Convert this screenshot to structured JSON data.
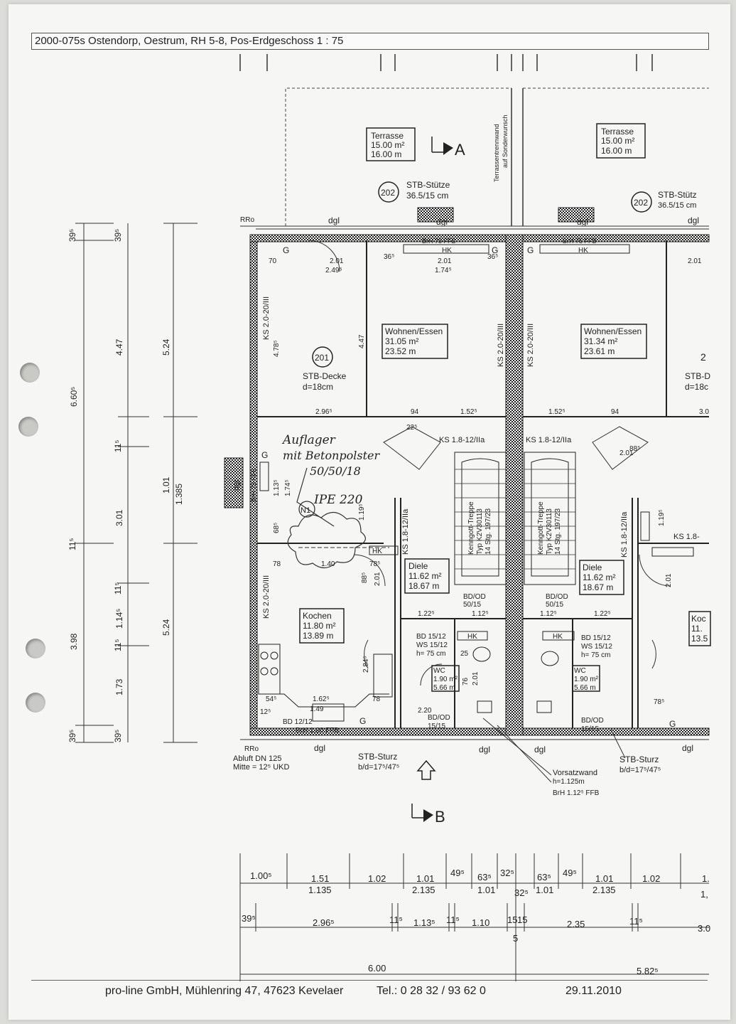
{
  "header": {
    "title": "2000-075s Ostendorp, Oestrum, RH 5-8,  Pos-Erdgeschoss   1 : 75"
  },
  "footer": {
    "company": "pro-line GmbH, Mühlenring 47, 47623 Kevelaer",
    "phone": "Tel.: 0 28 32 / 93 62 0",
    "date": "29.11.2010"
  },
  "rooms": {
    "terrace_left": {
      "name": "Terrasse",
      "area": "15.00 m²",
      "perim": "16.00 m"
    },
    "terrace_right": {
      "name": "Terrasse",
      "area": "15.00 m²",
      "perim": "16.00 m"
    },
    "wohnen_left": {
      "name": "Wohnen/Essen",
      "area": "31.05 m²",
      "perim": "23.52 m"
    },
    "wohnen_right": {
      "name": "Wohnen/Essen",
      "area": "31.34 m²",
      "perim": "23.61 m"
    },
    "diele_left": {
      "name": "Diele",
      "area": "11.62 m²",
      "perim": "18.67 m"
    },
    "diele_right": {
      "name": "Diele",
      "area": "11.62 m²",
      "perim": "18.67 m"
    },
    "kochen_left": {
      "name": "Kochen",
      "area": "11.80 m²",
      "perim": "13.89 m"
    },
    "kochen_right_partial": {
      "name": "Koc",
      "area": "11.",
      "perim": "13.5"
    },
    "wc_left": {
      "name": "WC",
      "area": "1.90 m²",
      "perim": "5.66 m"
    },
    "wc_right": {
      "name": "WC",
      "area": "1.90 m²",
      "perim": "5.66 m"
    }
  },
  "labels": {
    "stb_stuetze": "STB-Stütze",
    "stb_stuetze_dim": "36.5/15 cm",
    "stb_stuetze_r": "STB-Stütz",
    "stb_stuetze_dim_r": "36.5/15 cm",
    "stb_decke": "STB-Decke",
    "decke_d": "d=18cm",
    "stb_decke_r": "STB-D",
    "decke_d_r": "d=18c",
    "tag_201": "201",
    "tag_202": "202",
    "tag_202_r": "202",
    "tag_201_r": "2",
    "section_a": "A",
    "section_b": "B",
    "terrassen_trennwand_1": "Terrassentrennwand",
    "terrassen_trennwand_2": "auf Sonderwunsch",
    "rro_top": "RRo",
    "rro_bottom": "RRo",
    "dgl": "dgl",
    "brh75": "BrH 75 FFB",
    "hk": "HK",
    "g": "G",
    "ks20": "KS 2.0-20/III",
    "ks18": "KS 1.8-12/IIa",
    "ks18_short": "KS 1.8-",
    "kenngott1": "Kenngott-Treppe",
    "kenngott2": "Typ K2V30113",
    "kenngott3": "14 Stg. 197/23",
    "bd15": "BD 15/12",
    "ws15": "WS 15/12",
    "h75": "h= 75 cm",
    "bd_od": "BD/OD",
    "bd_od_dim": "50/15",
    "bd_od2": "BD/OD",
    "bd_od2_dim": "15/15",
    "bd12": "BD 12/12",
    "brh100": "BrH 1.00 FFB",
    "abluft1": "Abluft  DN 125",
    "abluft2": "Mitte = 12⁵ UKD",
    "stb_sturz": "STB-Sturz",
    "sturz_dim": "b/d=17⁵/47⁵",
    "vorsatz1": "Vorsatzwand",
    "vorsatz2": "h=1.125m",
    "vorsatz3": "BrH 1.12⁵ FFB",
    "hand1": "Auflager",
    "hand2": "mit Betonpolster",
    "hand3": "50/50/18",
    "hand4": "IPE 220",
    "n1": "N1"
  },
  "dims": {
    "left_outer": [
      "39⁵",
      "6.60⁵",
      "11⁵",
      "3.98",
      "39⁵"
    ],
    "left_mid": [
      "39⁵",
      "4.47",
      "11⁵",
      "3.01",
      "11⁵",
      "1.14⁵",
      "11⁵",
      "1.73",
      "39⁵"
    ],
    "left_inner": [
      "5.24",
      "1.01",
      "1.385",
      "5.24"
    ],
    "room_inner": [
      "70",
      "2.01",
      "2.49⁵",
      "36⁵",
      "2.01",
      "1.74⁵",
      "36⁵",
      "4.78⁵",
      "4.47",
      "2.96⁵",
      "94",
      "1.52⁵",
      "1.52⁵",
      "94",
      "1.13⁵",
      "1.74⁵",
      "68⁵",
      "1.40",
      "1.19⁵",
      "78",
      "78⁵",
      "88⁵",
      "2.01",
      "22⁵",
      "88⁵",
      "2.01",
      "1.22⁵",
      "1.12⁵",
      "1.12⁵",
      "1.22⁵",
      "2.84⁵",
      "54⁵",
      "1.62⁵",
      "1.49",
      "78",
      "12⁵",
      "2.20",
      "76",
      "2.01",
      "25",
      "78⁵",
      "3.0",
      "2.01",
      "1.19⁵",
      "2.01"
    ],
    "bottom_row1": [
      "1.00⁵",
      "1.51",
      "1.02",
      "1.01",
      "49⁵",
      "63⁵",
      "32⁵",
      "63⁵",
      "49⁵",
      "1.01",
      "1.02",
      "1."
    ],
    "bottom_row1b": [
      "1.135",
      "2.135",
      "1.01",
      "32⁵",
      "1.01",
      "2.135",
      "1,"
    ],
    "bottom_row2": [
      "39⁵",
      "2.96⁵",
      "11⁵",
      "1.13⁵",
      "11⁵",
      "1.10",
      "15",
      "15",
      "2.35",
      "11⁵",
      "3.0"
    ],
    "bottom_row2b": "5",
    "bottom_row3": [
      "6.00",
      "5.82⁵"
    ]
  }
}
